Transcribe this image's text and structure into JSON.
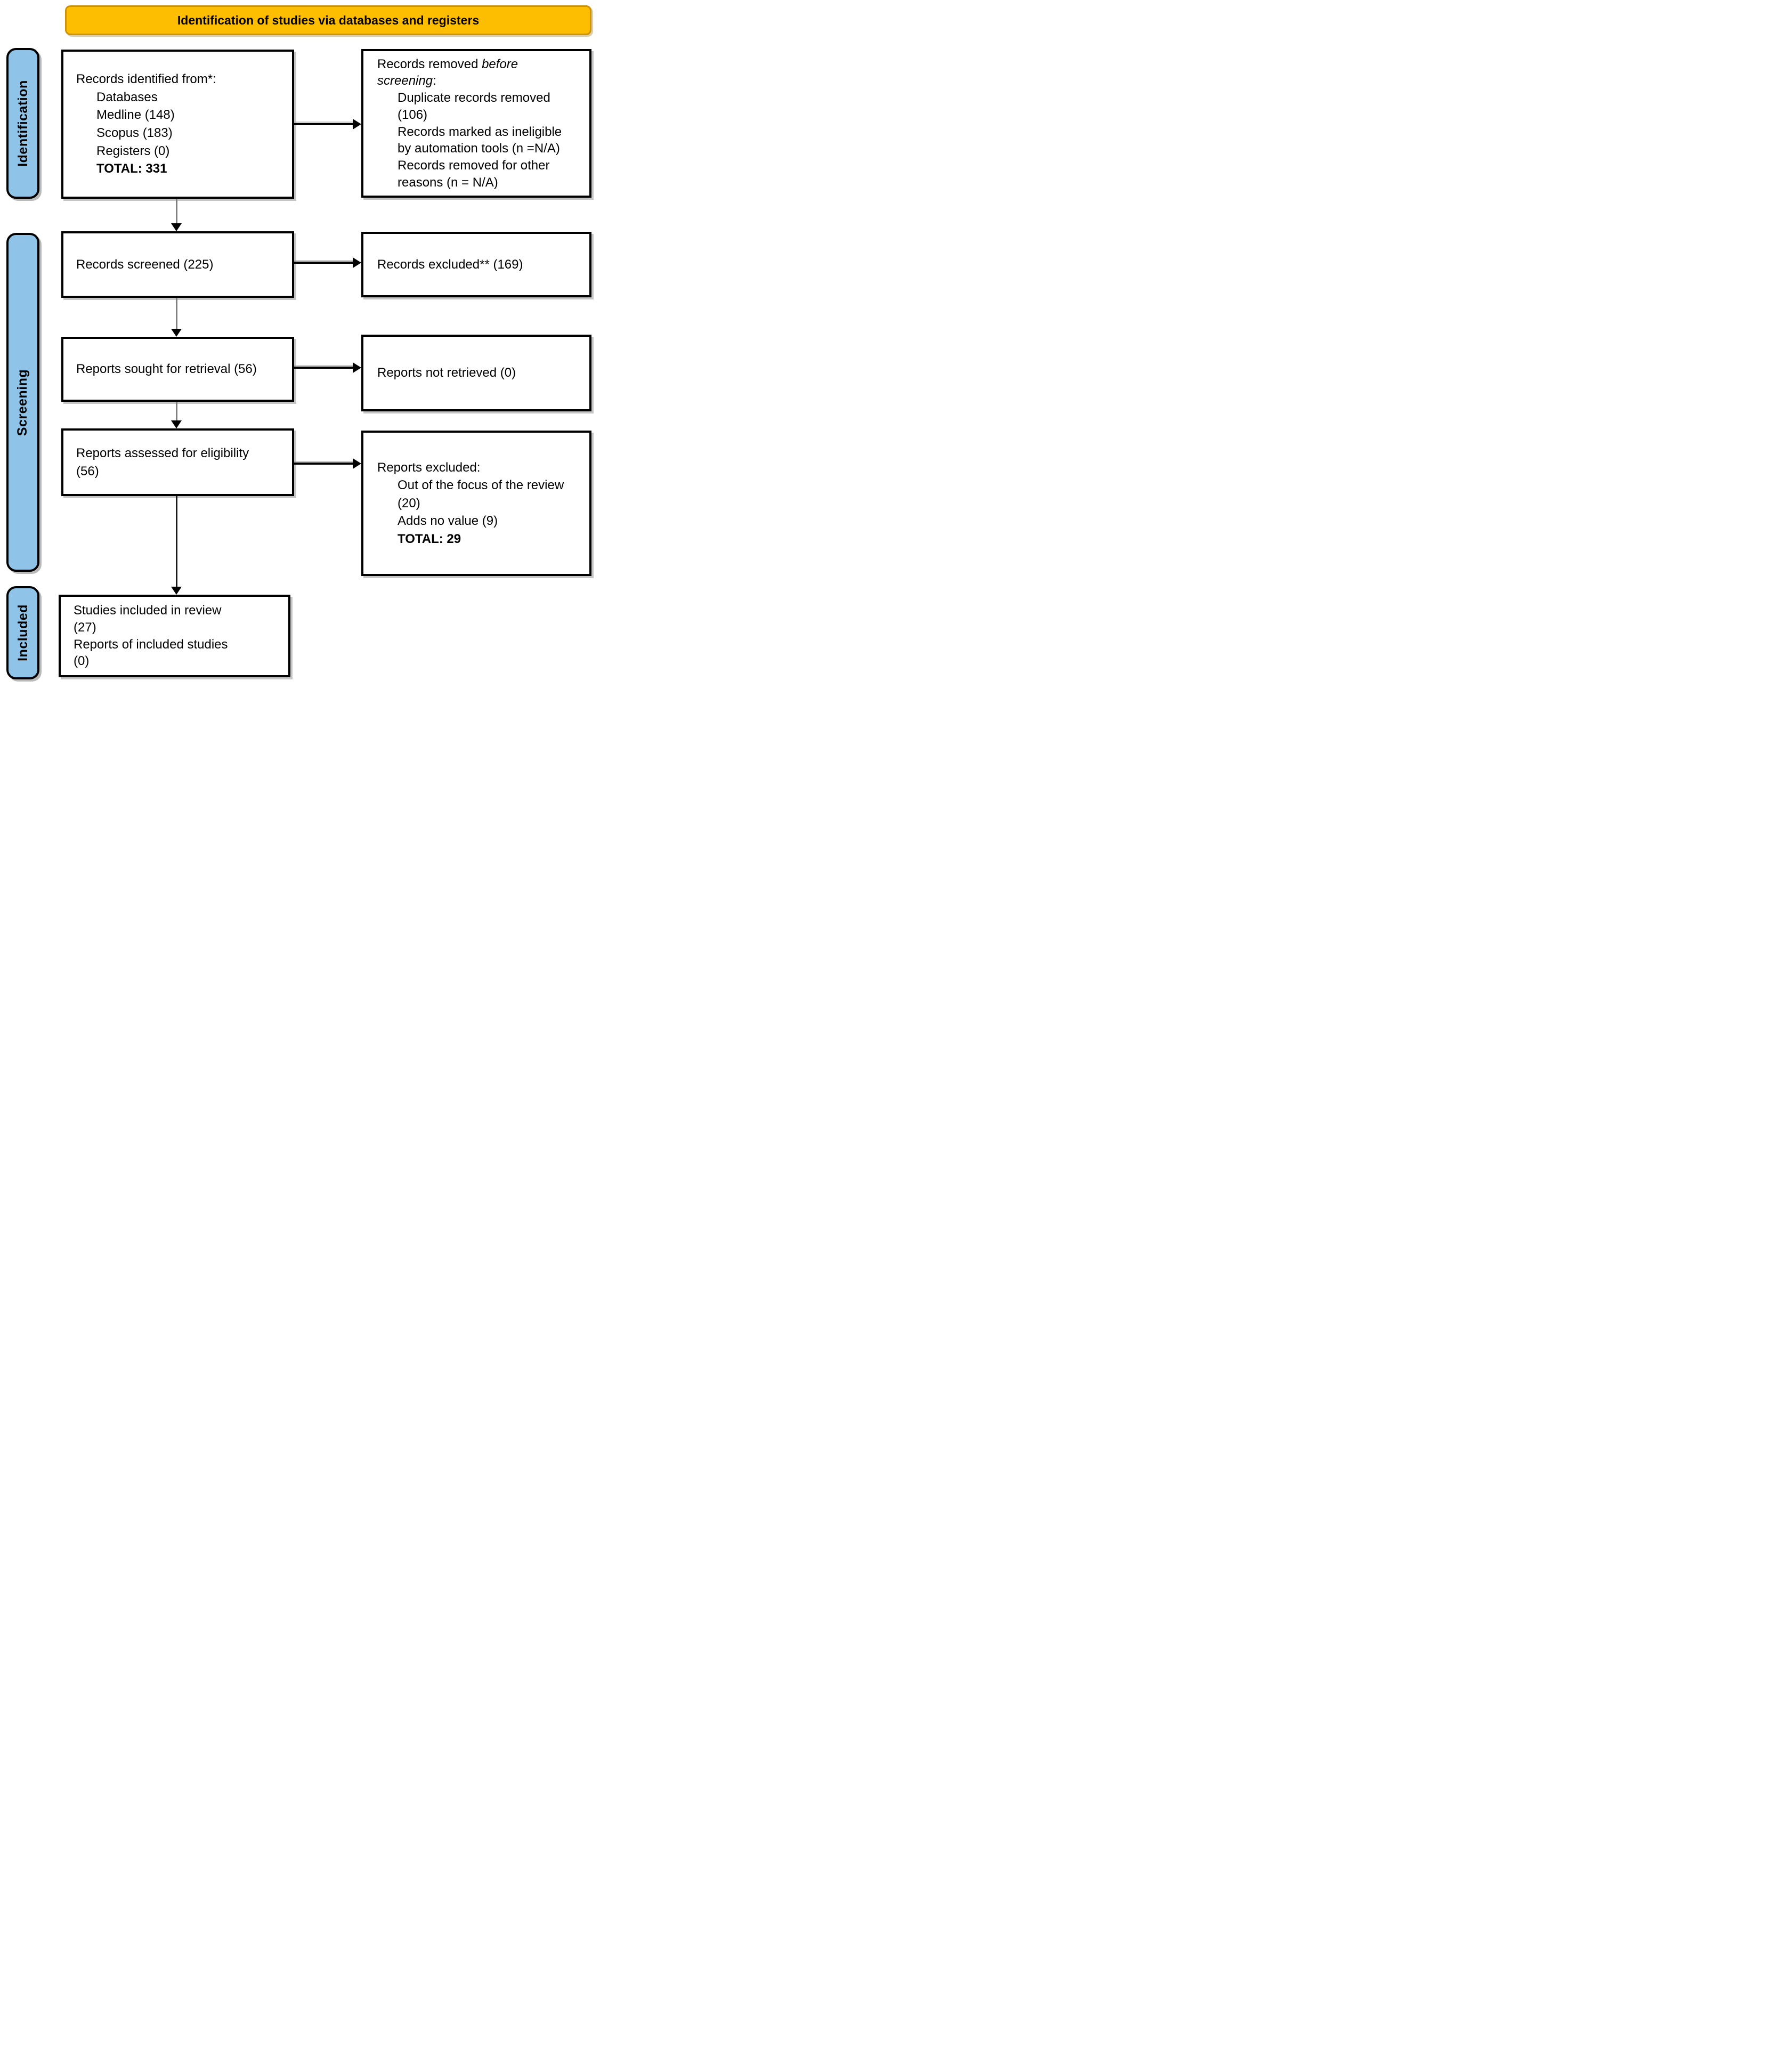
{
  "banner": {
    "title": "Identification of studies via databases and registers"
  },
  "sidebar": {
    "stages": [
      {
        "label": "Identification"
      },
      {
        "label": "Screening"
      },
      {
        "label": "Included"
      }
    ]
  },
  "flow": {
    "records_identified": {
      "title": "Records identified from*:",
      "items": [
        "Databases",
        "Medline (148)",
        "Scopus (183)",
        "Registers (0)"
      ],
      "total": "TOTAL: 331"
    },
    "records_removed": {
      "title_prefix": "Records removed ",
      "title_italic": "before screening",
      "title_suffix": ":",
      "items": [
        "Duplicate records removed (106)",
        "Records marked as ineligible by automation tools (n =N/A)",
        "Records removed for other reasons (n = N/A)"
      ]
    },
    "records_screened": {
      "text": "Records screened (225)"
    },
    "records_excluded": {
      "text": "Records excluded** (169)"
    },
    "reports_sought": {
      "text": "Reports sought for retrieval (56)"
    },
    "reports_not_retrieved": {
      "text": "Reports not retrieved (0)"
    },
    "reports_assessed": {
      "text": "Reports assessed for eligibility (56)"
    },
    "reports_excluded": {
      "title": "Reports excluded:",
      "items": [
        "Out of the focus of the review (20)",
        "Adds no value (9)"
      ],
      "total": "TOTAL: 29"
    },
    "studies_included": {
      "lines": [
        "Studies included in review (27)",
        "Reports of included studies (0)"
      ]
    }
  },
  "colors": {
    "banner_bg": "#FDBD00",
    "banner_border": "#CC9200",
    "stage_bg": "#8FC3E8",
    "box_bg": "#FFFFFF",
    "box_border": "#000000",
    "arrow_head": "#000000",
    "arrow_shaft": "#7F7F7F"
  }
}
